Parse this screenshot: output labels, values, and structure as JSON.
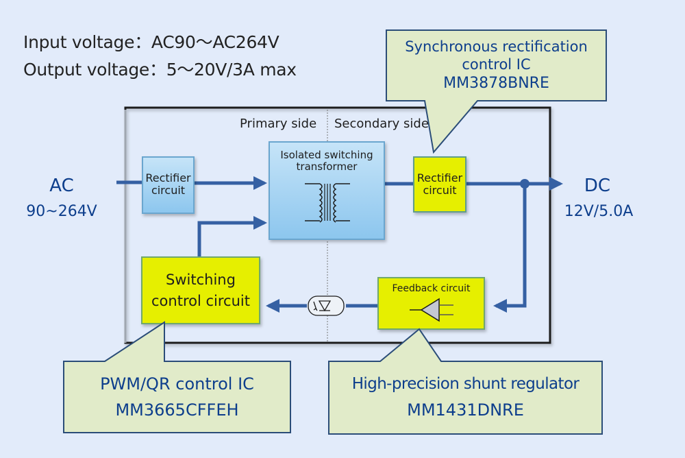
{
  "specs": {
    "input_voltage": "Input voltage：AC90～AC264V",
    "output_voltage": "Output voltage：5～20V/3A max"
  },
  "input": {
    "label": "AC",
    "range": "90~264V"
  },
  "output": {
    "label": "DC",
    "rating": "12V/5.0A"
  },
  "sides": {
    "primary": "Primary side",
    "secondary": "Secondary side"
  },
  "blocks": {
    "primary_rectifier": {
      "line1": "Rectifier",
      "line2": "circuit"
    },
    "transformer": {
      "line1": "Isolated switching",
      "line2": "transformer"
    },
    "secondary_rectifier": {
      "line1": "Rectifier",
      "line2": "circuit"
    },
    "switching_control": {
      "line1": "Switching",
      "line2": "control circuit"
    },
    "feedback": {
      "label": "Feedback circuit"
    }
  },
  "callouts": {
    "sync_rect": {
      "line1": "Synchronous rectification",
      "line2": "control IC",
      "part": "MM3878BNRE"
    },
    "pwm": {
      "line1": "PWM/QR control IC",
      "part": "MM3665CFFEH"
    },
    "shunt": {
      "line1": "High-precision shunt regulator",
      "part": "MM1431DNRE"
    }
  },
  "colors": {
    "background": "#e2ebfa",
    "wire": "#3560a3",
    "blue_block": "#a8d4f2",
    "yellow_block": "#e6ef00",
    "callout_fill": "#e1ebc9",
    "callout_text": "#0d3e8c"
  }
}
